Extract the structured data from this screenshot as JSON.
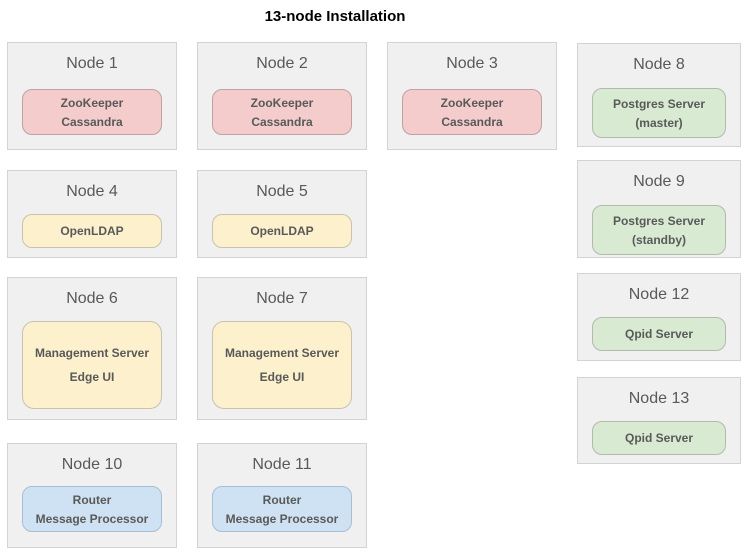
{
  "page": {
    "title": "13-node Installation"
  },
  "colors": {
    "node_background": "#f0f0f0",
    "node_border": "#d3d3d3",
    "zookeeper_cassandra_fill": "#f4cccc",
    "openldap_management_fill": "#fcf0cd",
    "postgres_qpid_fill": "#d9ead3",
    "router_processor_fill": "#cfe2f3",
    "title_text": "#000000",
    "node_title_text": "#595959",
    "service_text": "#595959"
  },
  "nodes": [
    {
      "title": "Node 1",
      "services": [
        "ZooKeeper",
        "Cassandra"
      ]
    },
    {
      "title": "Node 2",
      "services": [
        "ZooKeeper",
        "Cassandra"
      ]
    },
    {
      "title": "Node 3",
      "services": [
        "ZooKeeper",
        "Cassandra"
      ]
    },
    {
      "title": "Node 4",
      "services": [
        "OpenLDAP"
      ]
    },
    {
      "title": "Node 5",
      "services": [
        "OpenLDAP"
      ]
    },
    {
      "title": "Node 6",
      "services": [
        "Management Server",
        "Edge UI"
      ]
    },
    {
      "title": "Node 7",
      "services": [
        "Management Server",
        "Edge UI"
      ]
    },
    {
      "title": "Node 8",
      "services": [
        "Postgres Server",
        "(master)"
      ]
    },
    {
      "title": "Node 9",
      "services": [
        "Postgres Server",
        "(standby)"
      ]
    },
    {
      "title": "Node 10",
      "services": [
        "Router",
        "Message Processor"
      ]
    },
    {
      "title": "Node 11",
      "services": [
        "Router",
        "Message Processor"
      ]
    },
    {
      "title": "Node 12",
      "services": [
        "Qpid Server"
      ]
    },
    {
      "title": "Node 13",
      "services": [
        "Qpid Server"
      ]
    }
  ]
}
